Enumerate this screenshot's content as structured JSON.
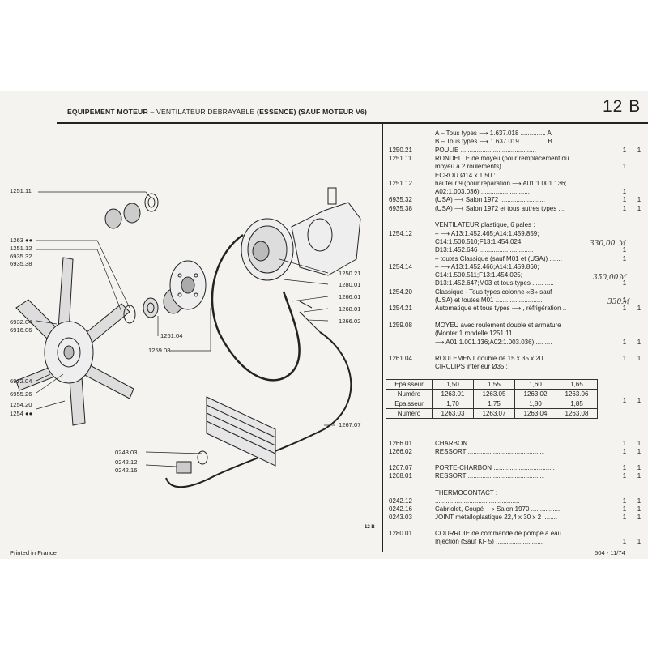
{
  "header": {
    "title": "EQUIPEMENT MOTEUR",
    "dash": "–",
    "subtitle": "VENTILATEUR DEBRAYABLE",
    "subtitle2": "(ESSENCE)",
    "subtitle3": "(SAUF MOTEUR V6)",
    "page_code": "12 B"
  },
  "diagram_labels": [
    "1251.11",
    "1263",
    "1251.12",
    "6935.32",
    "6935.38",
    "6932.04",
    "6916.06",
    "6932.04",
    "6955.26",
    "1254.20",
    "1254",
    "1250.21",
    "1280.01",
    "1266.01",
    "1268.01",
    "1266.02",
    "1261.04",
    "1259.08",
    "1267.07",
    "0243.03",
    "0242.12",
    "0242.16"
  ],
  "diagram_code": "12 B",
  "parts": [
    {
      "ref": "",
      "desc": "A – Tous types ⟶ 1.637.018 .............. A",
      "q1": "",
      "q2": ""
    },
    {
      "ref": "",
      "desc": "B – Tous types ⟶ 1.637.019 .............. B",
      "q1": "",
      "q2": ""
    },
    {
      "ref": "1250.21",
      "desc": "POULIE ..........................................",
      "q1": "1",
      "q2": "1"
    },
    {
      "ref": "1251.11",
      "desc": "RONDELLE de moyeu (pour remplacement du",
      "q1": "",
      "q2": ""
    },
    {
      "ref": "",
      "desc": "   moyeu à 2 roulements) ....................",
      "q1": "1",
      "q2": ""
    },
    {
      "ref": "",
      "desc": "ECROU Ø14 x 1,50 :",
      "q1": "",
      "q2": ""
    },
    {
      "ref": "1251.12",
      "desc": "   hauteur 9 (pour réparation ⟶ A01:1.001.136;",
      "q1": "",
      "q2": ""
    },
    {
      "ref": "",
      "desc": "   A02:1.003.036) ...........................",
      "q1": "1",
      "q2": ""
    },
    {
      "ref": "6935.32",
      "desc": "   (USA) ⟶ Salon 1972 .........................",
      "q1": "1",
      "q2": "1"
    },
    {
      "ref": "6935.38",
      "desc": "   (USA) ⟶ Salon 1972 et tous autres types ....",
      "q1": "1",
      "q2": "1"
    },
    {
      "ref": "",
      "desc": "",
      "q1": "",
      "q2": ""
    },
    {
      "ref": "",
      "desc": "VENTILATEUR plastique, 6 pales :",
      "q1": "",
      "q2": ""
    },
    {
      "ref": "1254.12",
      "desc": "   – ⟶ A13:1.452.465;A14:1.459.859;",
      "q1": "",
      "q2": ""
    },
    {
      "ref": "",
      "desc": "   C14:1.500.510;F13:1.454.024;",
      "q1": "",
      "q2": ""
    },
    {
      "ref": "",
      "desc": "   D13:1.452.646 ..............................",
      "q1": "1",
      "q2": ""
    },
    {
      "ref": "",
      "desc": "   – toutes Classique (sauf M01 et (USA)) .......",
      "q1": "1",
      "q2": ""
    },
    {
      "ref": "1254.14",
      "desc": "   – ⟶ A13:1.452.466;A14:1.459.860;",
      "q1": "",
      "q2": ""
    },
    {
      "ref": "",
      "desc": "   C14:1.500.511;F13:1.454.025;",
      "q1": "",
      "q2": ""
    },
    {
      "ref": "",
      "desc": "   D13:1.452.647;M03 et tous types ............",
      "q1": "1",
      "q2": ""
    },
    {
      "ref": "1254.20",
      "desc": "   Classique - Tous types colonne «B» sauf",
      "q1": "",
      "q2": ""
    },
    {
      "ref": "",
      "desc": "   (USA) et toutes M01 ..........................",
      "q1": "1",
      "q2": ""
    },
    {
      "ref": "1254.21",
      "desc": "   Automatique et tous types ⟶ , réfrigération ..",
      "q1": "1",
      "q2": "1"
    },
    {
      "ref": "",
      "desc": "",
      "q1": "",
      "q2": ""
    },
    {
      "ref": "1259.08",
      "desc": "MOYEU avec roulement double et armature",
      "q1": "",
      "q2": ""
    },
    {
      "ref": "",
      "desc": "   (Monter 1 rondelle 1251.11",
      "q1": "",
      "q2": ""
    },
    {
      "ref": "",
      "desc": "   ⟶ A01:1.001.136;A02:1.003.036) .........",
      "q1": "1",
      "q2": "1"
    },
    {
      "ref": "",
      "desc": "",
      "q1": "",
      "q2": ""
    },
    {
      "ref": "1261.04",
      "desc": "ROULEMENT double de 15 x 35 x 20 ..............",
      "q1": "1",
      "q2": "1"
    },
    {
      "ref": "",
      "desc": "CIRCLIPS intérieur Ø35 :",
      "q1": "",
      "q2": ""
    }
  ],
  "circlips_table": [
    {
      "label": "Epaisseur",
      "cells": [
        "1,50",
        "1,55",
        "1,60",
        "1,65"
      ]
    },
    {
      "label": "Numéro",
      "cells": [
        "1263.01",
        "1263.05",
        "1263.02",
        "1263.06"
      ]
    },
    {
      "label": "Epaisseur",
      "cells": [
        "1,70",
        "1,75",
        "1,80",
        "1,85"
      ]
    },
    {
      "label": "Numéro",
      "cells": [
        "1263.03",
        "1263.07",
        "1263.04",
        "1263.08"
      ]
    }
  ],
  "circlips_qty": [
    "1",
    "1"
  ],
  "parts2": [
    {
      "ref": "1266.01",
      "desc": "CHARBON ..........................................",
      "q1": "1",
      "q2": "1"
    },
    {
      "ref": "1266.02",
      "desc": "RESSORT ..........................................",
      "q1": "1",
      "q2": "1"
    },
    {
      "ref": "",
      "desc": "",
      "q1": "",
      "q2": ""
    },
    {
      "ref": "1267.07",
      "desc": "PORTE-CHARBON ..................................",
      "q1": "1",
      "q2": "1"
    },
    {
      "ref": "1268.01",
      "desc": "RESSORT ..........................................",
      "q1": "1",
      "q2": "1"
    },
    {
      "ref": "",
      "desc": "",
      "q1": "",
      "q2": ""
    },
    {
      "ref": "",
      "desc": "THERMOCONTACT :",
      "q1": "",
      "q2": ""
    },
    {
      "ref": "0242.12",
      "desc": "   ...............................................",
      "q1": "1",
      "q2": "1"
    },
    {
      "ref": "0242.16",
      "desc": "   Cabriolet, Coupé ⟶ Salon 1970 .................",
      "q1": "1",
      "q2": "1"
    },
    {
      "ref": "0243.03",
      "desc": "   JOINT métalloplastique 22,4 x 30 x 2 ........",
      "q1": "1",
      "q2": "1"
    },
    {
      "ref": "",
      "desc": "",
      "q1": "",
      "q2": ""
    },
    {
      "ref": "1280.01",
      "desc": "COURROIE de commande de pompe à eau",
      "q1": "",
      "q2": ""
    },
    {
      "ref": "",
      "desc": "   Injection (Sauf KF 5) ..........................",
      "q1": "1",
      "q2": "1"
    }
  ],
  "handwritten": [
    "330,00 ℳ",
    "350,00ℳ",
    "330ℳ"
  ],
  "footer": {
    "printed": "Printed in France",
    "code": "504 - 11/74"
  }
}
